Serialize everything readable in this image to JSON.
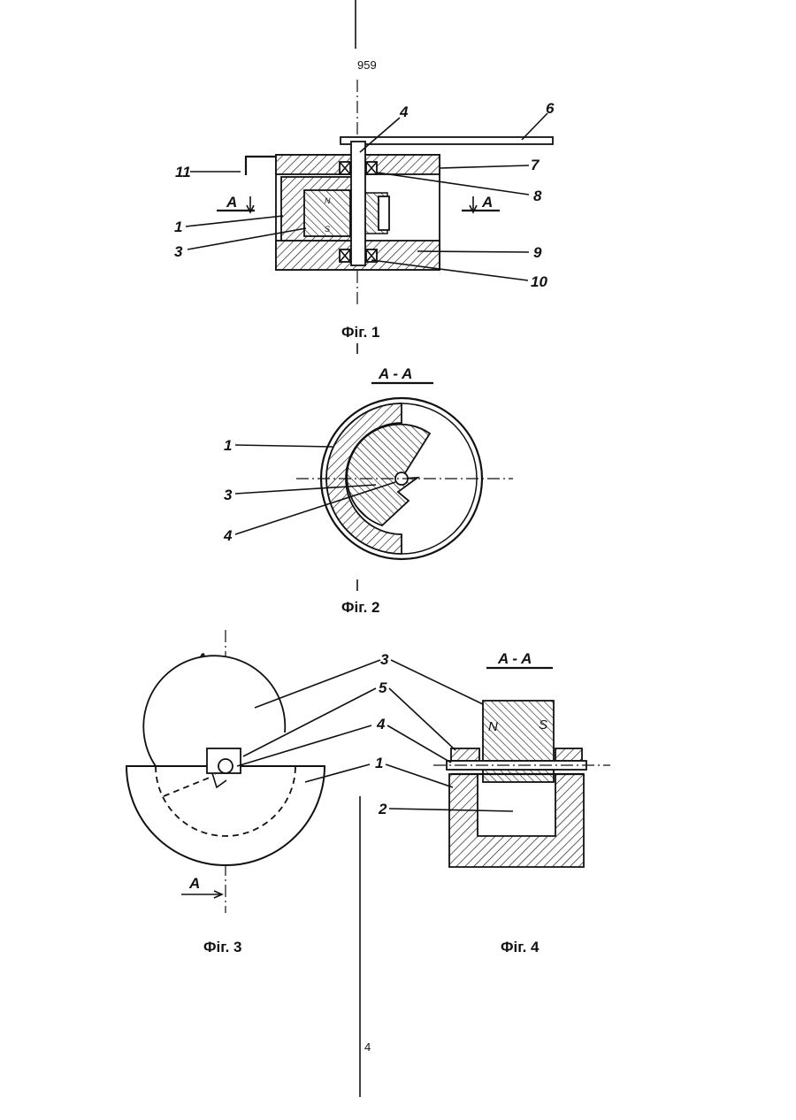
{
  "page_number_top": "959",
  "page_number_bottom": "4",
  "figures": {
    "fig1": {
      "caption": "Фіг. 1",
      "section_mark": "A",
      "labels": [
        "1",
        "3",
        "4",
        "6",
        "7",
        "8",
        "9",
        "10",
        "11"
      ],
      "poles": [
        "N",
        "S"
      ]
    },
    "fig2": {
      "caption": "Фіг. 2",
      "section_title": "A - A",
      "labels": [
        "1",
        "3",
        "4"
      ]
    },
    "fig3": {
      "caption": "Фіг. 3",
      "section_mark": "A"
    },
    "fig4": {
      "caption": "Фіг. 4",
      "section_title": "A - A",
      "labels": [
        "3",
        "5",
        "4",
        "1",
        "2"
      ],
      "poles": [
        "N",
        "S"
      ]
    }
  }
}
